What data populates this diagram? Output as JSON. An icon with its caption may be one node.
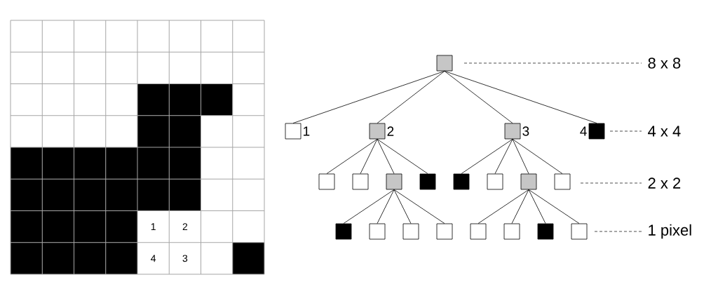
{
  "diagram": {
    "nodes": [
      {
        "text": [],
        "shape": "box"
      },
      {
        "text": [],
        "shape": "box",
        "beside": [
          "1"
        ]
      },
      {
        "text": [],
        "shape": "box",
        "beside": [
          "2"
        ]
      },
      {
        "text": [],
        "shape": "box",
        "beside": [
          "3"
        ]
      },
      {
        "text": [],
        "shape": "box",
        "beside": [
          "4"
        ]
      },
      {
        "text": [],
        "shape": "box"
      },
      {
        "text": [],
        "shape": "box"
      },
      {
        "text": [],
        "shape": "box"
      },
      {
        "text": [],
        "shape": "box"
      },
      {
        "text": [],
        "shape": "box"
      },
      {
        "text": [],
        "shape": "box"
      },
      {
        "text": [],
        "shape": "box"
      },
      {
        "text": [],
        "shape": "box"
      },
      {
        "text": [],
        "shape": "box"
      },
      {
        "text": [],
        "shape": "box"
      },
      {
        "text": [],
        "shape": "box"
      },
      {
        "text": [],
        "shape": "box"
      },
      {
        "text": [],
        "shape": "box"
      },
      {
        "text": [],
        "shape": "box"
      },
      {
        "text": [],
        "shape": "box"
      },
      {
        "text": [],
        "shape": "box"
      }
    ],
    "edges": [
      {
        "from": 0,
        "to": 1,
        "arrow": "none"
      },
      {
        "from": 0,
        "to": 2,
        "arrow": "none"
      },
      {
        "from": 0,
        "to": 3,
        "arrow": "none"
      },
      {
        "from": 0,
        "to": 4,
        "arrow": "none"
      },
      {
        "from": 2,
        "to": 5,
        "arrow": "none"
      },
      {
        "from": 2,
        "to": 6,
        "arrow": "none"
      },
      {
        "from": 2,
        "to": 7,
        "arrow": "none"
      },
      {
        "from": 2,
        "to": 8,
        "arrow": "none"
      },
      {
        "from": 3,
        "to": 9,
        "arrow": "none"
      },
      {
        "from": 3,
        "to": 10,
        "arrow": "none"
      },
      {
        "from": 3,
        "to": 11,
        "arrow": "none"
      },
      {
        "from": 3,
        "to": 12,
        "arrow": "none"
      },
      {
        "from": 7,
        "to": 13,
        "arrow": "none"
      },
      {
        "from": 7,
        "to": 14,
        "arrow": "none"
      },
      {
        "from": 7,
        "to": 15,
        "arrow": "none"
      },
      {
        "from": 7,
        "to": 16,
        "arrow": "none"
      },
      {
        "from": 11,
        "to": 17,
        "arrow": "none"
      },
      {
        "from": 11,
        "to": 18,
        "arrow": "none"
      },
      {
        "from": 11,
        "to": 19,
        "arrow": "none"
      },
      {
        "from": 11,
        "to": 20,
        "arrow": "none"
      }
    ],
    "labels": [
      "1",
      "2",
      "4",
      "3",
      "8 x 8",
      "4 x 4",
      "2 x 2",
      "1 pixel"
    ]
  }
}
